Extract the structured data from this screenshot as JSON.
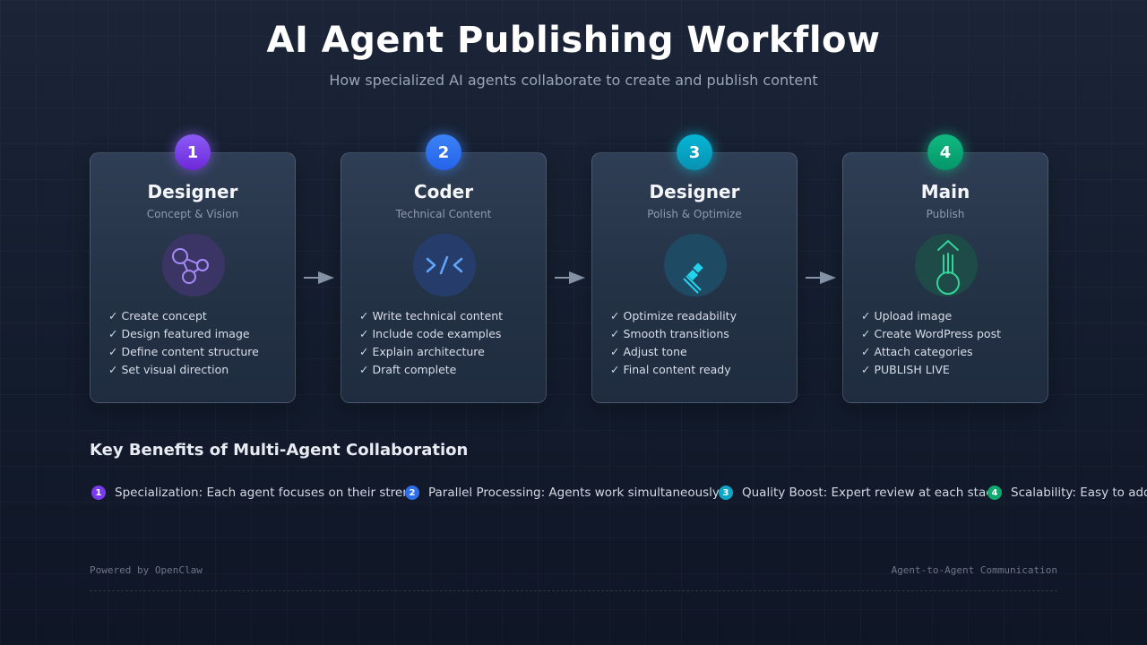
{
  "header": {
    "title": "AI Agent Publishing Workflow",
    "subtitle": "How specialized AI agents collaborate to create and publish content"
  },
  "steps": [
    {
      "number": "1",
      "title": "Designer",
      "subtitle": "Concept & Vision",
      "icon": "design-nodes-icon",
      "accent": "#7c3aed",
      "tasks": [
        "Create concept",
        "Design featured image",
        "Define content structure",
        "Set visual direction"
      ]
    },
    {
      "number": "2",
      "title": "Coder",
      "subtitle": "Technical Content",
      "icon": "code-icon",
      "accent": "#2f6fea",
      "tasks": [
        "Write technical content",
        "Include code examples",
        "Explain architecture",
        "Draft complete"
      ]
    },
    {
      "number": "3",
      "title": "Designer",
      "subtitle": "Polish & Optimize",
      "icon": "polish-icon",
      "accent": "#0ea5c6",
      "tasks": [
        "Optimize readability",
        "Smooth transitions",
        "Adjust tone",
        "Final content ready"
      ]
    },
    {
      "number": "4",
      "title": "Main",
      "subtitle": "Publish",
      "icon": "publish-icon",
      "accent": "#10a970",
      "tasks": [
        "Upload image",
        "Create WordPress post",
        "Attach categories",
        "PUBLISH LIVE"
      ]
    }
  ],
  "check_mark": "✓",
  "benefits": {
    "title": "Key Benefits of Multi-Agent Collaboration",
    "items": [
      {
        "number": "1",
        "text": "Specialization: Each agent focuses on their strengths"
      },
      {
        "number": "2",
        "text": "Parallel Processing: Agents work simultaneously"
      },
      {
        "number": "3",
        "text": "Quality Boost: Expert review at each stage"
      },
      {
        "number": "4",
        "text": "Scalability: Easy to add more agents"
      }
    ]
  },
  "footer": {
    "left": "Powered by OpenClaw",
    "right": "Agent-to-Agent Communication"
  },
  "colors": {
    "background": "#151e2f",
    "card": "#2a384d",
    "arrow": "#8794a8",
    "step1": "#7c3aed",
    "step2": "#2f6fea",
    "step3": "#0ea5c6",
    "step4": "#10a970"
  }
}
